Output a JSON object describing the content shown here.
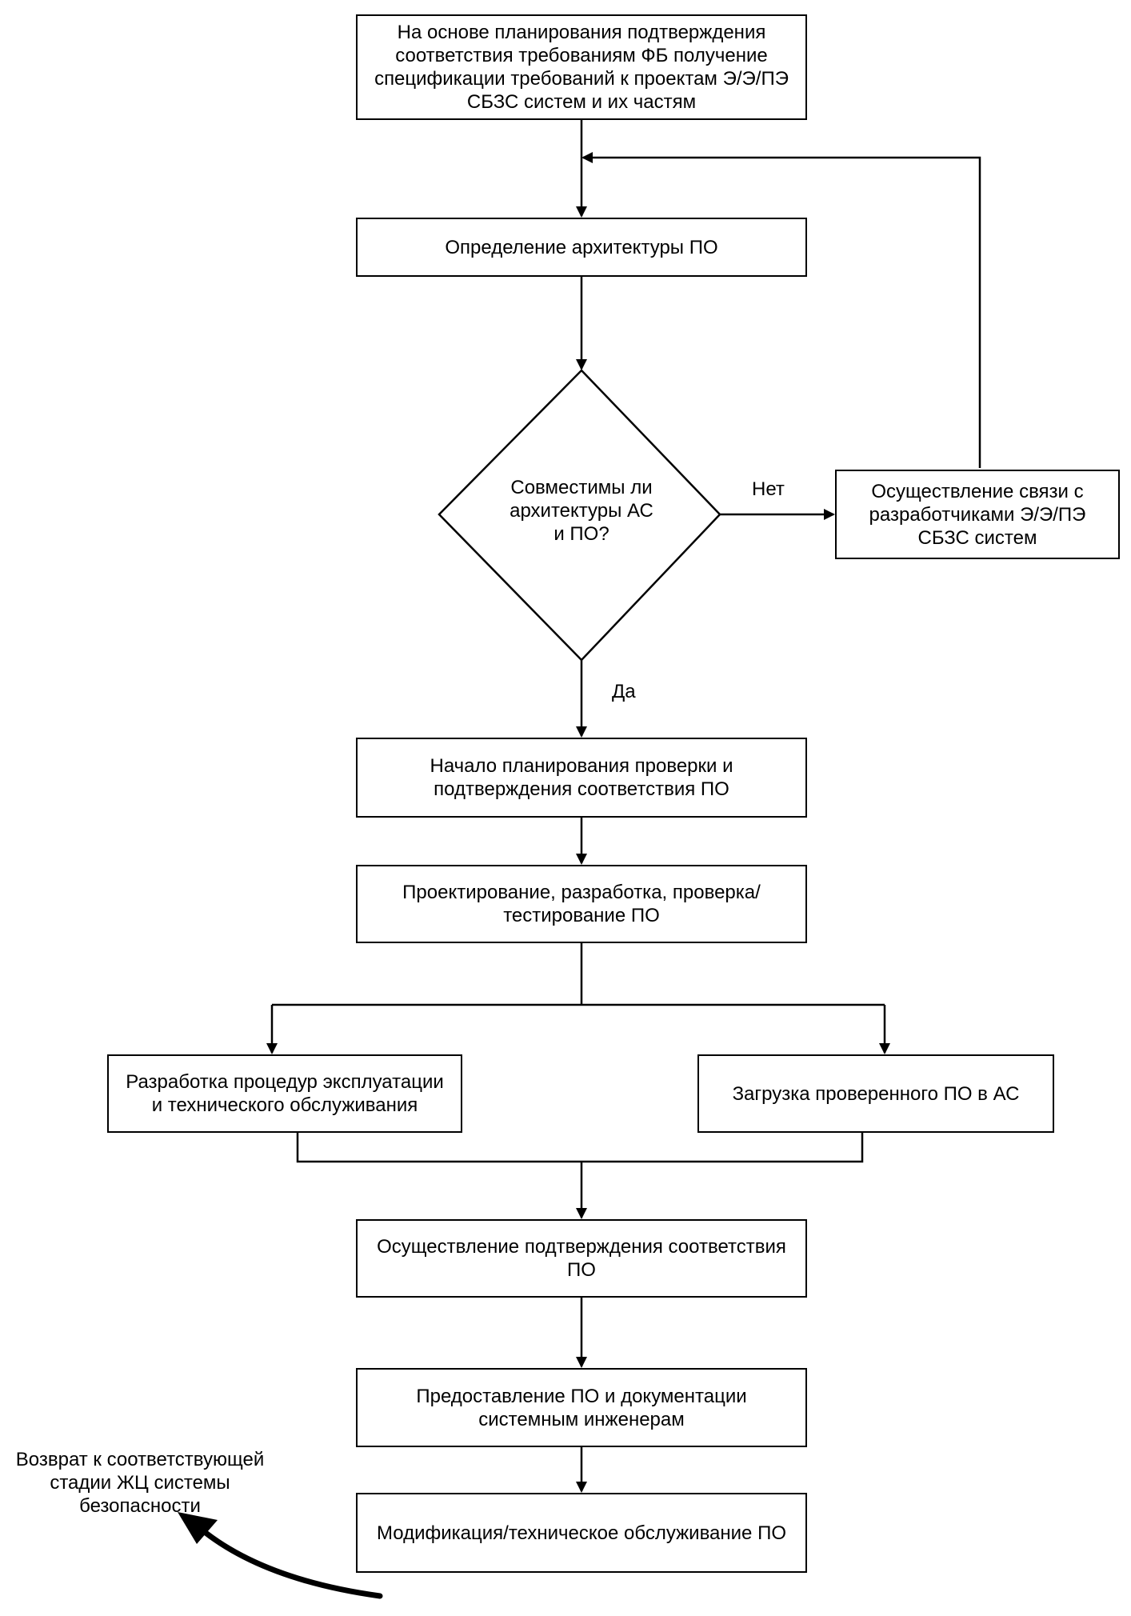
{
  "nodes": {
    "start": "На основе планирования подтверждения\nсоответствия требованиям ФБ получение\nспецификации требований к проектам Э/Э/ПЭ\nСБЗС систем и их частям",
    "arch": "Определение архитектуры ПО",
    "decision": "Совместимы ли\nархитектуры АС\nи ПО?",
    "contact": "Осуществление связи с\nразработчиками Э/Э/ПЭ\nСБЗС систем",
    "plan": "Начало планирования проверки и\nподтверждения соответствия ПО",
    "design": "Проектирование, разработка, проверка/\nтестирование ПО",
    "procedures": "Разработка процедур эксплуатации\nи технического обслуживания",
    "load": "Загрузка проверенного ПО в АС",
    "validation": "Осуществление подтверждения соответствия\nПО",
    "delivery": "Предоставление ПО и документации\nсистемным инженерам",
    "modification": "Модификация/техническое обслуживание ПО"
  },
  "edge_labels": {
    "no": "Нет",
    "yes": "Да"
  },
  "return_note": "Возврат к соответствующей\nстадии ЖЦ системы\nбезопасности"
}
